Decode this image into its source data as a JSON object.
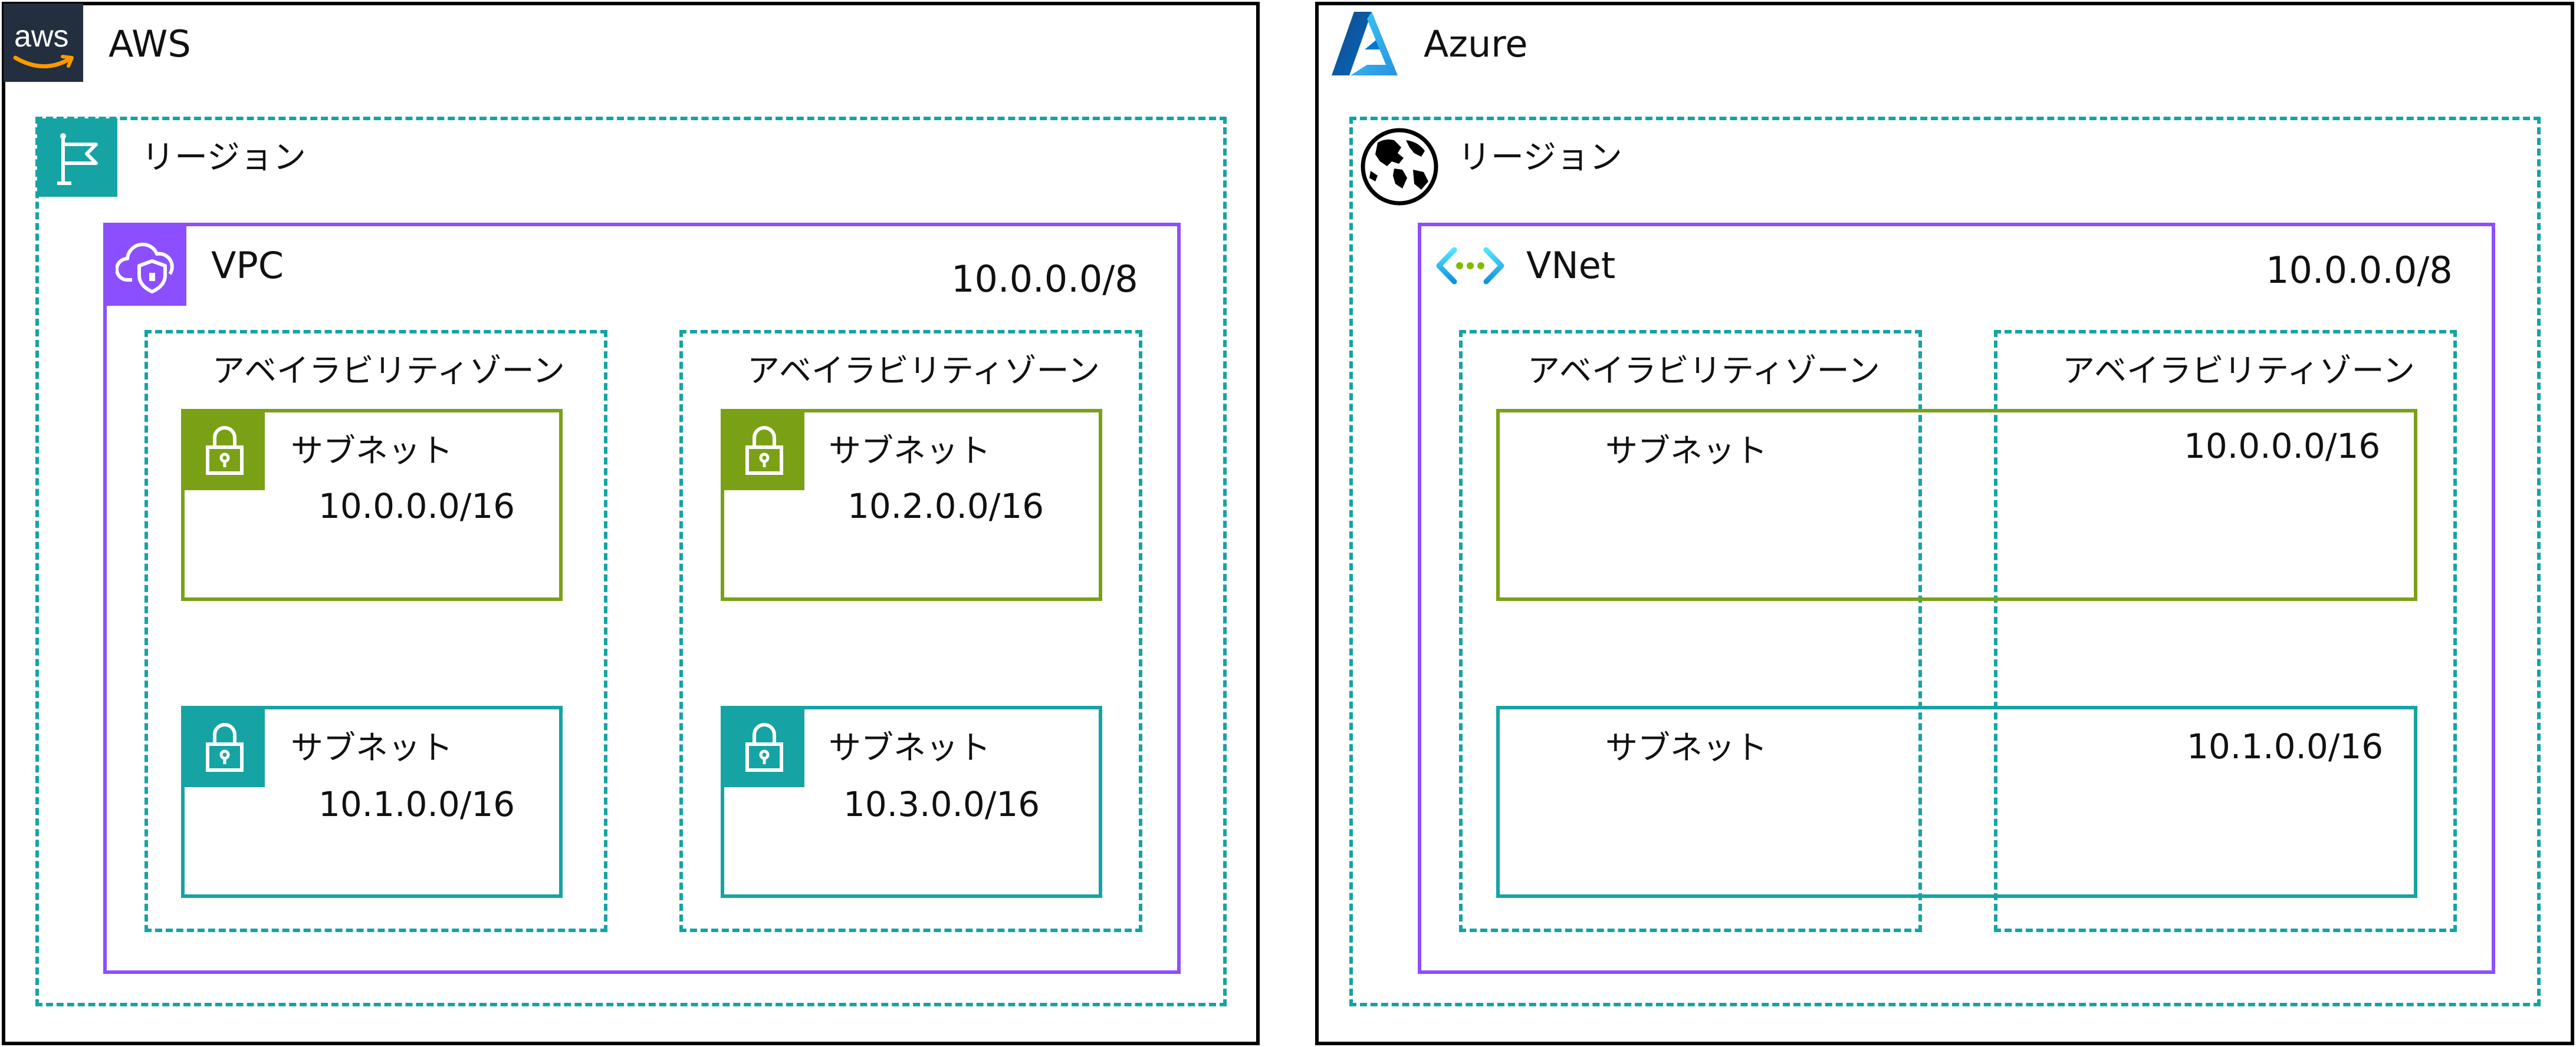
{
  "colors": {
    "region_border": "#16a3a3",
    "vpc_border": "#8c4fff",
    "subnet_green": "#7aa116",
    "subnet_teal": "#16a3a3",
    "aws_badge": "#232f3e",
    "frame": "#000000"
  },
  "aws": {
    "logo_text": "aws",
    "title": "AWS",
    "region_label": "リージョン",
    "region_icon": "flag-icon",
    "vpc": {
      "label": "VPC",
      "cidr": "10.0.0.0/8",
      "icon": "cloud-shield-icon"
    },
    "availability_zones": [
      {
        "label": "アベイラビリティゾーン",
        "subnets": [
          {
            "label": "サブネット",
            "cidr": "10.0.0.0/16",
            "icon": "lock-icon",
            "color": "#7aa116"
          },
          {
            "label": "サブネット",
            "cidr": "10.1.0.0/16",
            "icon": "lock-icon",
            "color": "#16a3a3"
          }
        ]
      },
      {
        "label": "アベイラビリティゾーン",
        "subnets": [
          {
            "label": "サブネット",
            "cidr": "10.2.0.0/16",
            "icon": "lock-icon",
            "color": "#7aa116"
          },
          {
            "label": "サブネット",
            "cidr": "10.3.0.0/16",
            "icon": "lock-icon",
            "color": "#16a3a3"
          }
        ]
      }
    ]
  },
  "azure": {
    "title": "Azure",
    "logo_icon": "azure-logo-icon",
    "region_label": "リージョン",
    "region_icon": "globe-icon",
    "vnet": {
      "label": "VNet",
      "cidr": "10.0.0.0/8",
      "icon": "vnet-icon"
    },
    "availability_zones": [
      {
        "label": "アベイラビリティゾーン"
      },
      {
        "label": "アベイラビリティゾーン"
      }
    ],
    "subnets": [
      {
        "label": "サブネット",
        "cidr": "10.0.0.0/16",
        "color": "#7aa116"
      },
      {
        "label": "サブネット",
        "cidr": "10.1.0.0/16",
        "color": "#16a3a3"
      }
    ]
  }
}
